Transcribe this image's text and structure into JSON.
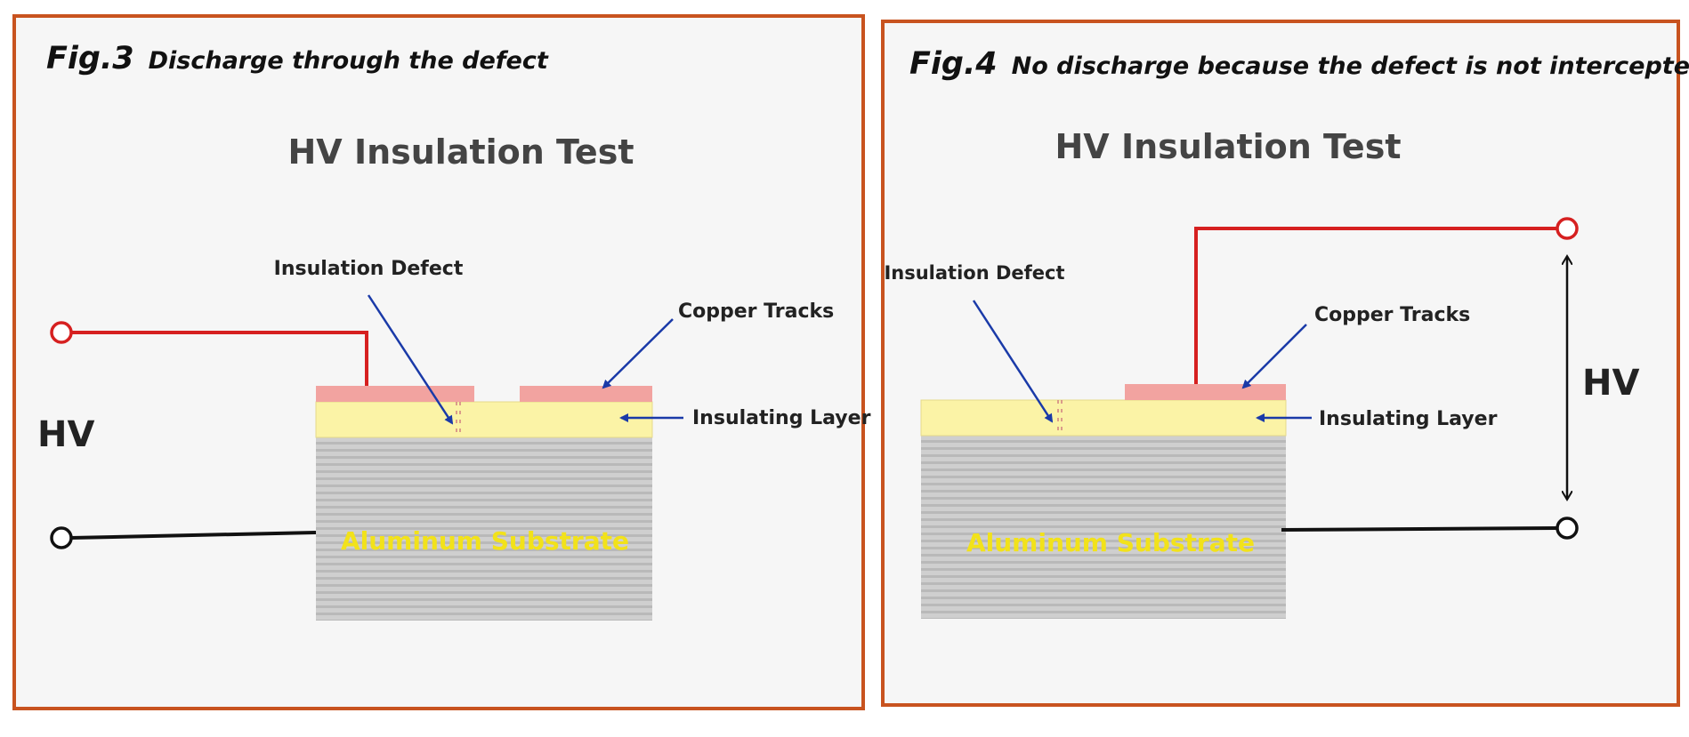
{
  "colors": {
    "frame": "#c8531f",
    "hv_wire": "#d62020",
    "ground_wire": "#111111",
    "copper": "#f2a3a0",
    "insulating_layer": "#fbf3a6",
    "substrate": "#c9c9c9",
    "arrow": "#1a3aa8",
    "substrate_text": "#f2e21a"
  },
  "fig3": {
    "number": "Fig.3",
    "caption": "Discharge through the defect",
    "title": "HV Insulation Test",
    "label_defect": "Insulation Defect",
    "label_copper": "Copper Tracks",
    "label_insulating": "Insulating Layer",
    "label_substrate": "Aluminum Substrate",
    "label_hv": "HV"
  },
  "fig4": {
    "number": "Fig.4",
    "caption": "No discharge because the defect is not intercepted",
    "title": "HV Insulation Test",
    "label_defect": "Insulation Defect",
    "label_copper": "Copper Tracks",
    "label_insulating": "Insulating Layer",
    "label_substrate": "Aluminum Substrate",
    "label_hv": "HV"
  }
}
